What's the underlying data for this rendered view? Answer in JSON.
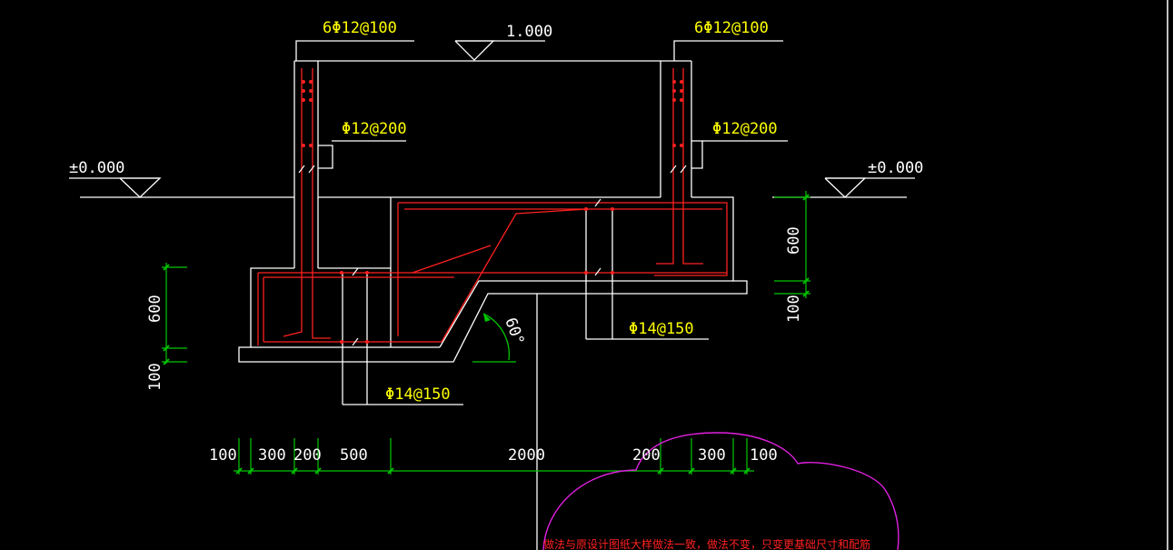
{
  "drawing": {
    "colors": {
      "background": "#000000",
      "structure": "#ffffff",
      "rebar": "#ff2020",
      "dimension": "#00c800",
      "label": "#ffff00",
      "cloud": "#e020e0"
    },
    "elevations": {
      "top": "1.000",
      "ground_left": "±0.000",
      "ground_right": "±0.000"
    },
    "rebar_labels": {
      "top_left": "6Φ12@100",
      "top_right": "6Φ12@100",
      "stirrup_left": "Φ12@200",
      "stirrup_right": "Φ12@200",
      "base_bottom": "Φ14@150",
      "base_right": "Φ14@150"
    },
    "angle_label": "60°",
    "left_dimensions": [
      "600",
      "100"
    ],
    "right_dimensions": [
      "600",
      "100"
    ],
    "bottom_dimensions": [
      "100",
      "300",
      "200",
      "500",
      "2000",
      "200",
      "300",
      "100"
    ],
    "note": "做法与原设计图纸大样做法一致，做法不变，只变更基础尺寸和配筋"
  }
}
